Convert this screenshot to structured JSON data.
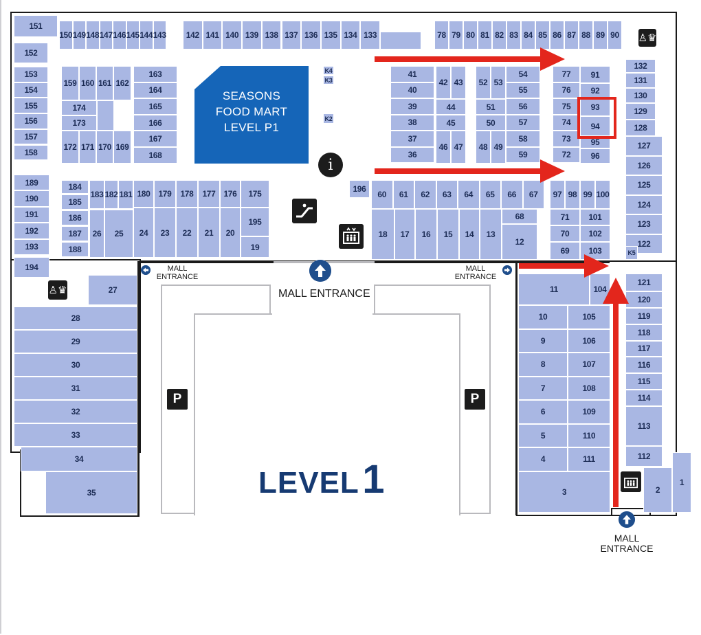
{
  "map": {
    "level_label": "LEVEL",
    "level_number": "1",
    "food_mart": {
      "line1": "SEASONS",
      "line2": "FOOD MART",
      "line3": "LEVEL P1"
    },
    "mall_entrance_label": "MALL ENTRANCE",
    "mall_entrance_label_small": "MALL\nENTRANCE",
    "parking_label": "P",
    "info_label": "i",
    "kiosks": [
      "K4",
      "K3",
      "K2",
      "K5"
    ],
    "highlighted_units": [
      "93",
      "94"
    ],
    "colors": {
      "shop": "#a9b7e3",
      "corridor": "#c6d0ee",
      "food_mart": "#1565b8",
      "arrow": "#e3261c",
      "entrance_icon": "#1f4e8c",
      "title": "#163a72"
    },
    "icons": [
      "restroom-icon",
      "info-icon",
      "escalator-icon",
      "elevator-icon",
      "parking-icon",
      "entrance-icon",
      "arrow-icon"
    ]
  }
}
